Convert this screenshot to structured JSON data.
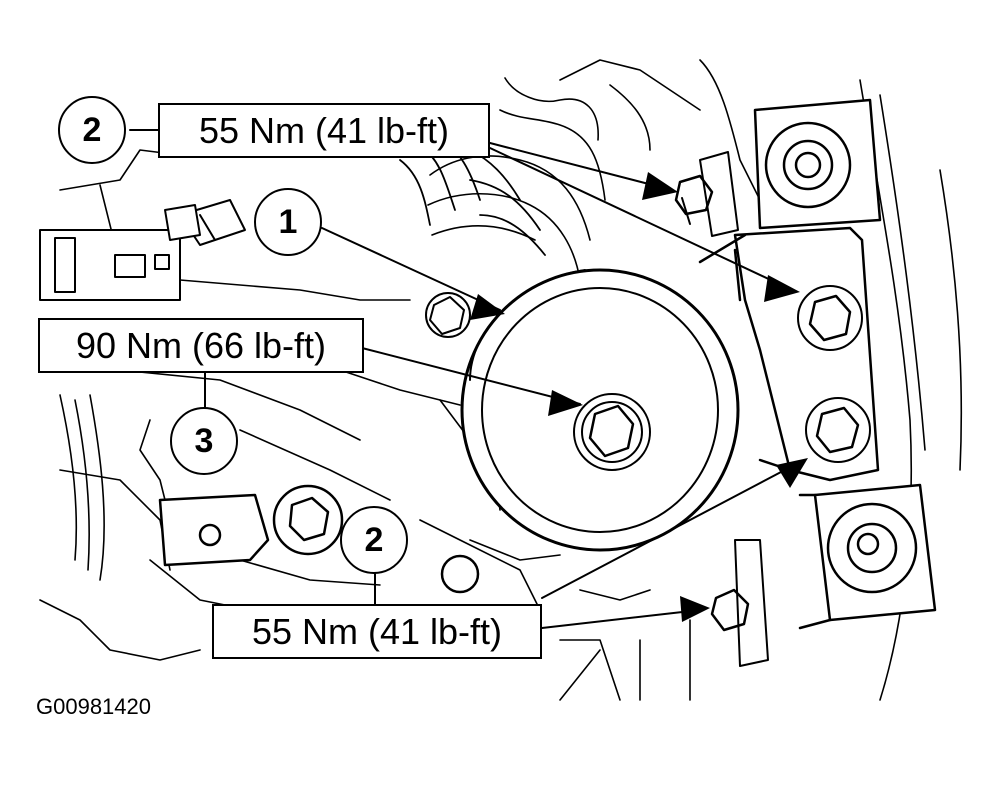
{
  "callouts": [
    {
      "number": "2",
      "torque": "55 Nm (41 lb-ft)"
    },
    {
      "number": "1"
    },
    {
      "torque": "90 Nm (66 lb-ft)"
    },
    {
      "number": "3"
    },
    {
      "number": "2",
      "torque": "55 Nm (41 lb-ft)"
    }
  ],
  "figure_id": "G00981420",
  "colors": {
    "line": "#000000",
    "background": "#ffffff"
  }
}
